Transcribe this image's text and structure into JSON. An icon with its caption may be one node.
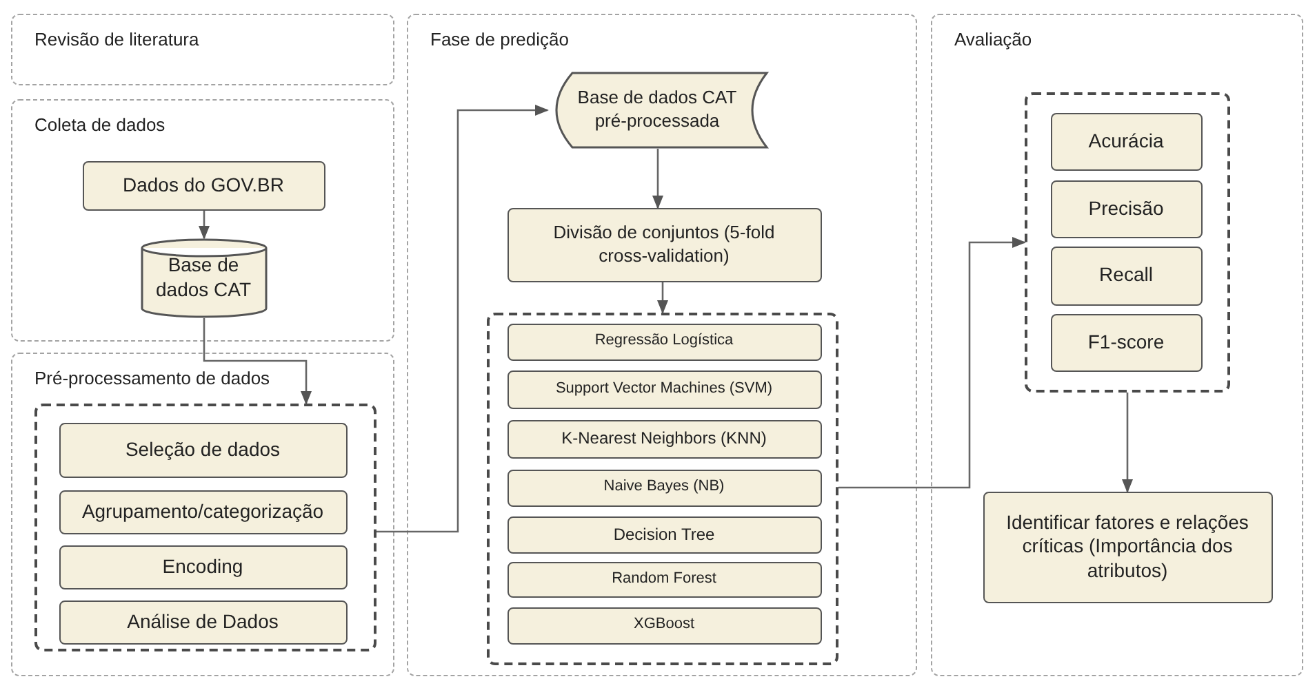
{
  "diagram": {
    "nodes": [
      {
        "text": [
          "Revisão de literatura"
        ]
      },
      {
        "text": [
          "Coleta de dados"
        ]
      },
      {
        "text": [
          "Dados do GOV.BR"
        ],
        "in": 1
      },
      {
        "text": [
          "Base de dados CAT"
        ],
        "in": 1
      },
      {
        "text": [
          "Pré-processamento de dados"
        ]
      },
      {
        "text": [],
        "shape": "box",
        "in": 4
      },
      {
        "text": [
          "Seleção de dados"
        ],
        "in": 5
      },
      {
        "text": [
          "Agrupamento/categorização"
        ],
        "in": 5
      },
      {
        "text": [
          "Encoding"
        ],
        "in": 5
      },
      {
        "text": [
          "Análise de Dados"
        ],
        "in": 5
      },
      {
        "text": [
          "Fase de predição"
        ]
      },
      {
        "text": [
          "Base de dados CAT pré-processada"
        ],
        "in": 10
      },
      {
        "text": [
          "Divisão de conjuntos (5-fold cross-validation)"
        ],
        "in": 10
      },
      {
        "text": [],
        "shape": "box",
        "in": 10
      },
      {
        "text": [
          "Regressão Logística"
        ],
        "in": 13
      },
      {
        "text": [
          "Support Vector Machines (SVM)"
        ],
        "in": 13
      },
      {
        "text": [
          "K-Nearest Neighbors (KNN)"
        ],
        "in": 13
      },
      {
        "text": [
          "Naive Bayes (NB)"
        ],
        "in": 13
      },
      {
        "text": [
          "Decision Tree"
        ],
        "in": 13
      },
      {
        "text": [
          "Random Forest"
        ],
        "in": 13
      },
      {
        "text": [
          "XGBoost"
        ],
        "in": 13
      },
      {
        "text": [
          "Avaliação"
        ]
      },
      {
        "text": [],
        "shape": "box",
        "in": 21
      },
      {
        "text": [
          "Acurácia"
        ],
        "in": 22
      },
      {
        "text": [
          "Precisão"
        ],
        "in": 22
      },
      {
        "text": [
          "Recall"
        ],
        "in": 22
      },
      {
        "text": [
          "F1-score"
        ],
        "in": 22
      },
      {
        "text": [
          "Identificar fatores e relações críticas (Importância dos atributos)"
        ],
        "in": 21
      }
    ],
    "edges": [
      {
        "from": 2,
        "to": 3,
        "arrow": "to"
      },
      {
        "from": 3,
        "to": 5,
        "arrow": "to"
      },
      {
        "from": 5,
        "to": 11,
        "arrow": "to"
      },
      {
        "from": 11,
        "to": 12,
        "arrow": "to"
      },
      {
        "from": 12,
        "to": 13,
        "arrow": "to"
      },
      {
        "from": 13,
        "to": 22,
        "arrow": "to"
      },
      {
        "from": 22,
        "to": 27,
        "arrow": "to"
      }
    ]
  }
}
